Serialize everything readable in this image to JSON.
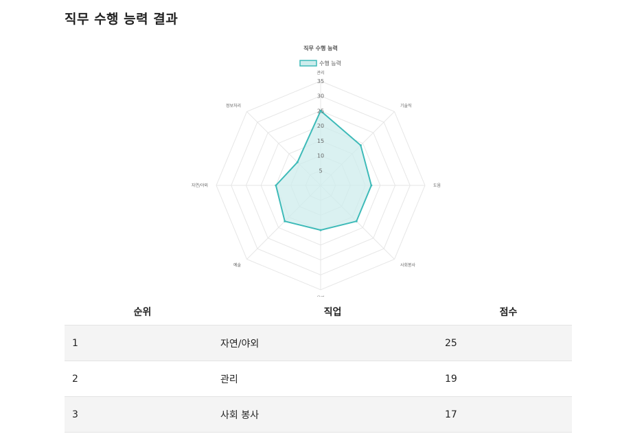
{
  "page": {
    "title": "직무 수행 능력 결과"
  },
  "chart_data": {
    "type": "radar",
    "title": "직무 수행 능력",
    "legend": {
      "label": "수행 능력",
      "placement": "top"
    },
    "axes": [
      "관리",
      "기술직",
      "도움",
      "사회봉사",
      "운영",
      "예술",
      "자연/야외",
      "정보처리"
    ],
    "series": [
      {
        "name": "수행 능력",
        "values": [
          25,
          19,
          17,
          17,
          15,
          17,
          15,
          11
        ]
      }
    ],
    "ticks": [
      "5",
      "10",
      "15",
      "20",
      "25",
      "30",
      "35"
    ],
    "scale": {
      "min": 0,
      "max": 35,
      "step": 5
    },
    "grid": true,
    "colors": {
      "stroke": "#3dbab8",
      "fill": "#cdecec",
      "grid": "#e6e6e6"
    }
  },
  "table": {
    "headers": {
      "rank": "순위",
      "job": "직업",
      "score": "점수"
    },
    "rows": [
      {
        "rank": "1",
        "job": "자연/야외",
        "score": "25"
      },
      {
        "rank": "2",
        "job": "관리",
        "score": "19"
      },
      {
        "rank": "3",
        "job": "사회 봉사",
        "score": "17"
      }
    ]
  }
}
